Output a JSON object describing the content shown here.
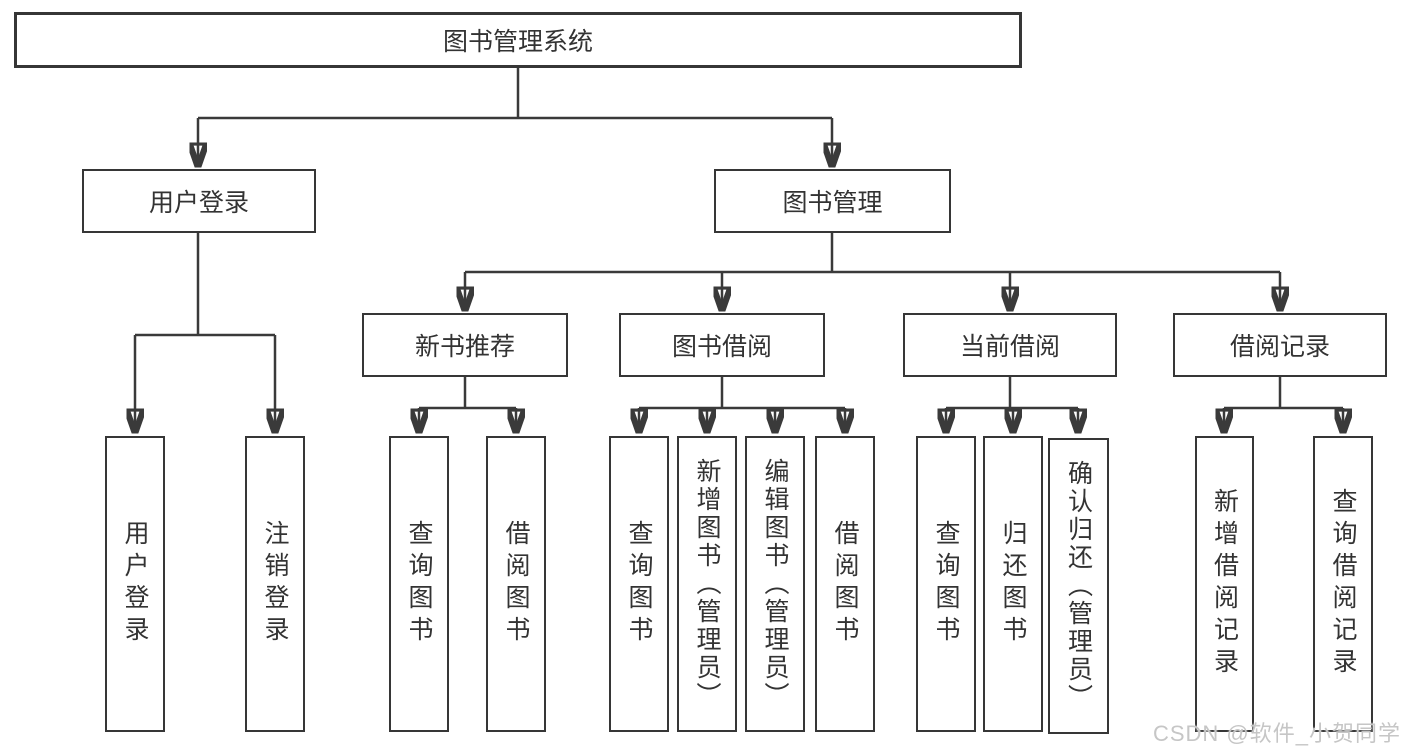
{
  "diagram": {
    "root": {
      "label": "图书管理系统"
    },
    "children": [
      {
        "label": "用户登录",
        "children": [
          {
            "label": "用户登录"
          },
          {
            "label": "注销登录"
          }
        ]
      },
      {
        "label": "图书管理",
        "children": [
          {
            "label": "新书推荐",
            "children": [
              {
                "label": "查询图书"
              },
              {
                "label": "借阅图书"
              }
            ]
          },
          {
            "label": "图书借阅",
            "children": [
              {
                "label": "查询图书"
              },
              {
                "label": "新增图书（管理员）"
              },
              {
                "label": "编辑图书（管理员）"
              },
              {
                "label": "借阅图书"
              }
            ]
          },
          {
            "label": "当前借阅",
            "children": [
              {
                "label": "查询图书"
              },
              {
                "label": "归还图书"
              },
              {
                "label": "确认归还（管理员）"
              }
            ]
          },
          {
            "label": "借阅记录",
            "children": [
              {
                "label": "新增借阅记录"
              },
              {
                "label": "查询借阅记录"
              }
            ]
          }
        ]
      }
    ]
  },
  "watermark": {
    "text": "CSDN @软件_小贺同学"
  },
  "colors": {
    "line": "#3a3a3a",
    "box_border": "#363636",
    "text": "#333333",
    "background": "#ffffff",
    "watermark": "#c6c6c6"
  }
}
